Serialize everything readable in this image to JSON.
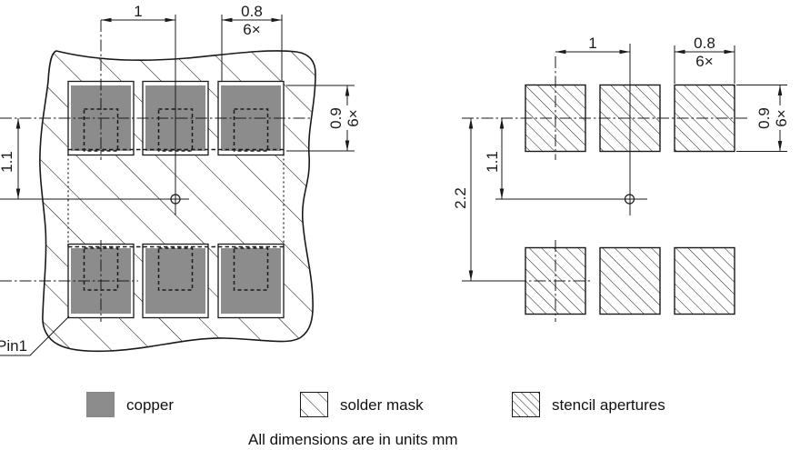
{
  "colors": {
    "copper": "#8c8c8c",
    "line": "#1a1a1a"
  },
  "footprint": {
    "pitch": "1",
    "pad_width": "0.8",
    "pad_width_count": "6×",
    "pad_height": "0.9",
    "pad_height_count": "6×",
    "row_offset": "1.1",
    "pin1_label": "Pin1"
  },
  "stencil": {
    "pitch": "1",
    "aperture_width": "0.8",
    "aperture_width_count": "6×",
    "aperture_height": "0.9",
    "aperture_height_count": "6×",
    "row_offset": "1.1",
    "row_spacing": "2.2"
  },
  "legend": {
    "items": [
      {
        "label": "copper"
      },
      {
        "label": "solder mask"
      },
      {
        "label": "stencil apertures"
      }
    ]
  },
  "note": "All dimensions are in units mm"
}
